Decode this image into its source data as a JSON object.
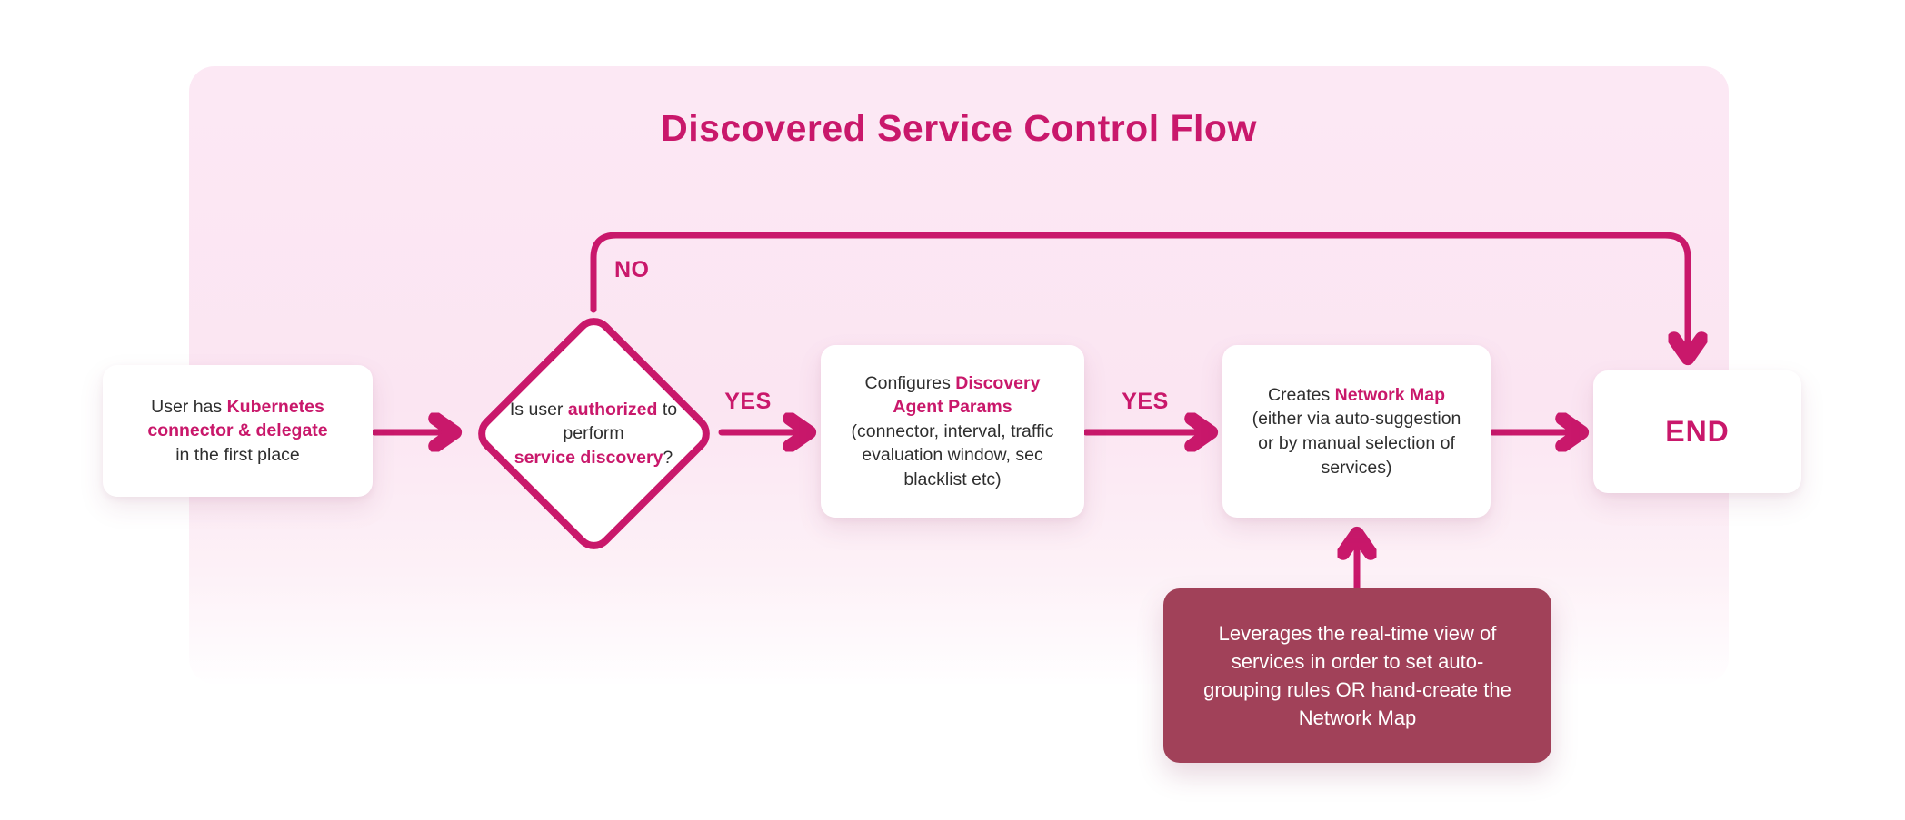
{
  "title": "Discovered Service Control Flow",
  "nodes": {
    "start": {
      "segments": [
        {
          "t": "User has "
        },
        {
          "t": "Kubernetes connector & delegate",
          "h": true
        },
        {
          "t": " in the first place"
        }
      ]
    },
    "decision": {
      "segments": [
        {
          "t": "Is user "
        },
        {
          "t": "authorized",
          "h": true
        },
        {
          "t": " to perform "
        },
        {
          "t": "service discovery",
          "h": true
        },
        {
          "t": "?"
        }
      ]
    },
    "configure": {
      "segments": [
        {
          "t": "Configures "
        },
        {
          "t": "Discovery Agent Params",
          "h": true
        },
        {
          "t": " (connector, interval, traffic evaluation window, sec blacklist etc)"
        }
      ]
    },
    "create": {
      "segments": [
        {
          "t": "Creates "
        },
        {
          "t": "Network Map",
          "h": true
        },
        {
          "t": " (either via auto-suggestion or by manual selection of services)"
        }
      ]
    },
    "end": {
      "label": "END"
    },
    "note": {
      "text": "Leverages the real-time view of services in order to set auto-grouping rules OR hand-create the Network Map"
    }
  },
  "edges": {
    "yes1": "YES",
    "yes2": "YES",
    "no": "NO"
  },
  "colors": {
    "accent": "#C9186B",
    "container_pink": "#FCE8F4",
    "note_background": "#A14159",
    "node_text": "#2E2E2E",
    "node_background": "#FFFFFF"
  }
}
